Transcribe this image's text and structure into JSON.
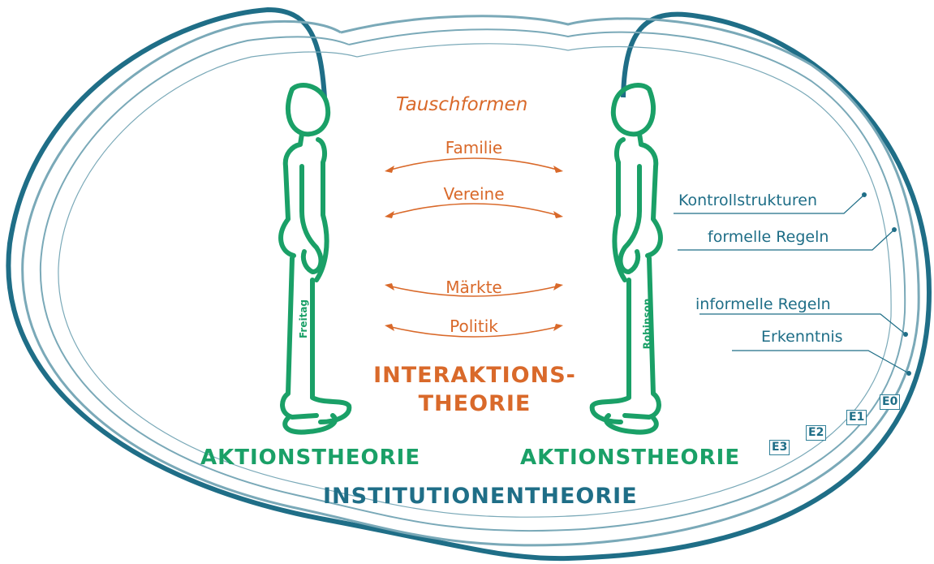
{
  "diagram": {
    "heading": "Tauschformen",
    "exchange_forms": [
      "Familie",
      "Vereine",
      "Märkte",
      "Politik"
    ],
    "interaction_theory": [
      "INTERAKTIONS-",
      "THEORIE"
    ],
    "action_theory_left": "AKTIONSTHEORIE",
    "action_theory_right": "AKTIONSTHEORIE",
    "institution_theory": "INSTITUTIONENTHEORIE",
    "figures": {
      "left_name": "Freitag",
      "right_name": "Robinson"
    },
    "layers": [
      "Kontrollstrukturen",
      "formelle Regeln",
      "informelle Regeln",
      "Erkenntnis"
    ],
    "levels": [
      "E0",
      "E1",
      "E2",
      "E3"
    ]
  },
  "colors": {
    "orange": "#d9692a",
    "green": "#1aa067",
    "teal_dark": "#1f6e87",
    "teal_light": "#7aa9b8"
  }
}
